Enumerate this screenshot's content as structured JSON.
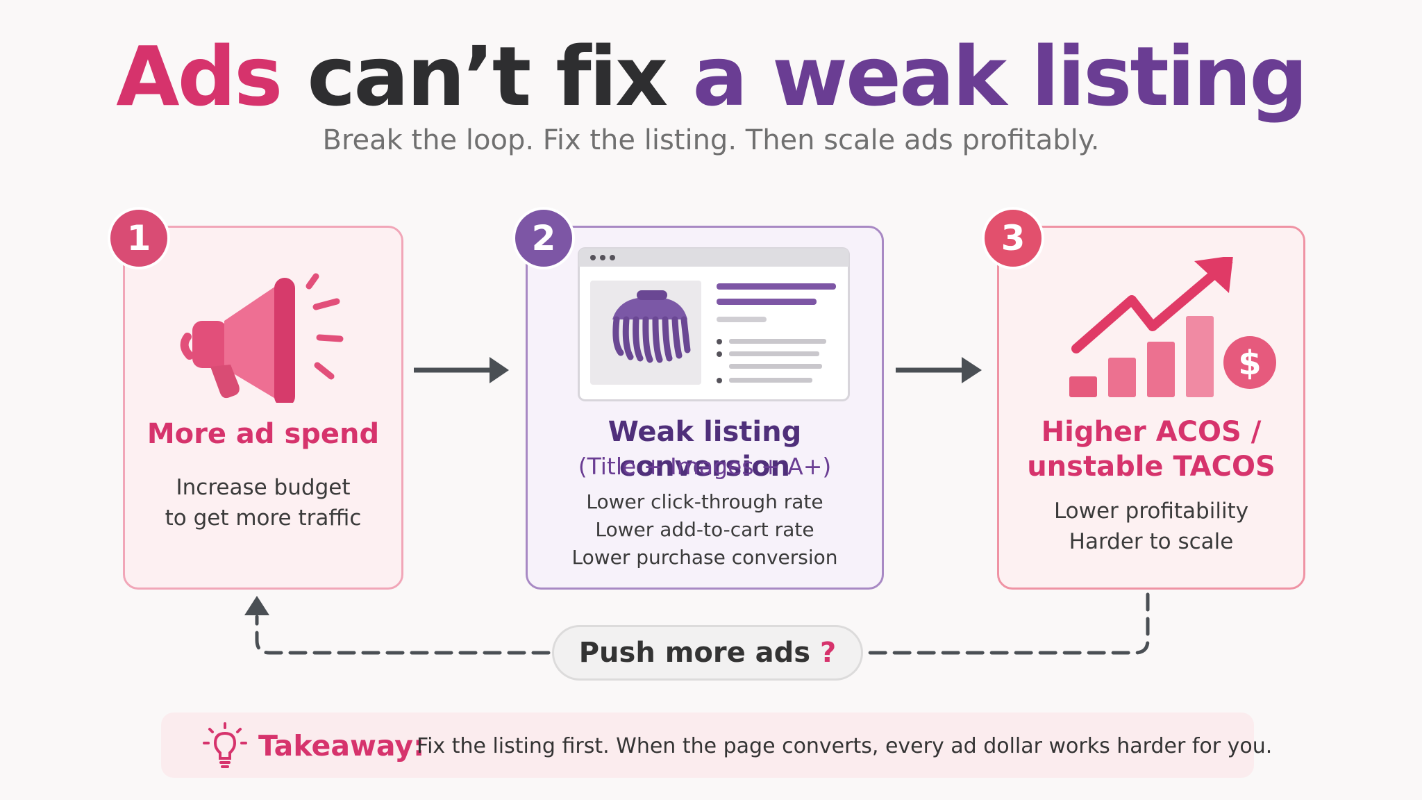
{
  "header": {
    "title_part1": "Ads",
    "title_part2": "can’t fix",
    "title_part3": "a weak listing",
    "subtitle": "Break the loop. Fix the listing. Then scale ads profitably."
  },
  "steps": [
    {
      "number": "1",
      "title": "More ad spend",
      "body_lines": [
        "Increase budget",
        "to get more traffic"
      ],
      "icon": "megaphone-icon"
    },
    {
      "number": "2",
      "title": "Weak listing conversion",
      "subtitle": "(Title + Images + A+)",
      "body_lines": [
        "Lower click-through rate",
        "Lower add-to-cart rate",
        "Lower purchase conversion"
      ],
      "icon": "listing-page-icon"
    },
    {
      "number": "3",
      "title_lines": [
        "Higher ACOS /",
        "unstable TACOS"
      ],
      "body_lines": [
        "Lower profitability",
        "Harder to scale"
      ],
      "icon": "rising-chart-dollar-icon"
    }
  ],
  "loop": {
    "label": "Push more ads?",
    "mark": "?"
  },
  "takeaway": {
    "label": "Takeaway:",
    "text": "Fix the listing first. When the page converts, every ad dollar works harder for you.",
    "icon": "lightbulb-icon"
  },
  "colors": {
    "pink": "#d6336c",
    "purple": "#6a3d93",
    "dark": "#2e2e30",
    "arrow": "#4a4f54"
  }
}
